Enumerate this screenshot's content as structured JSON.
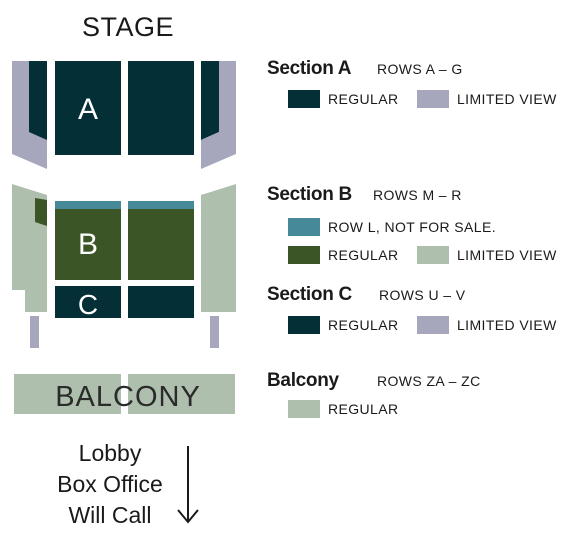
{
  "map": {
    "stage_label": "STAGE",
    "section_a_letter": "A",
    "section_b_letter": "B",
    "section_c_letter": "C",
    "balcony_label": "BALCONY",
    "lobby_lines": [
      "Lobby",
      "Box Office",
      "Will Call"
    ],
    "direction_icon": "arrow-down-icon"
  },
  "colors": {
    "dark_teal": "#042f36",
    "lavender_gray": "#a6a7bd",
    "olive_green": "#3b5527",
    "sage_gray": "#aebfae",
    "steel_blue": "#468a99"
  },
  "legend": {
    "section_a": {
      "title": "Section A",
      "rows": "ROWS  A – G",
      "items": [
        {
          "label": "REGULAR",
          "color": "#042f36"
        },
        {
          "label": "LIMITED VIEW",
          "color": "#a6a7bd"
        }
      ]
    },
    "section_b": {
      "title": "Section B",
      "rows": "ROWS  M – R",
      "note": {
        "label": "ROW L, NOT FOR SALE.",
        "color": "#468a99"
      },
      "items": [
        {
          "label": "REGULAR",
          "color": "#3b5527"
        },
        {
          "label": "LIMITED VIEW",
          "color": "#aebfae"
        }
      ]
    },
    "section_c": {
      "title": "Section C",
      "rows": "ROWS  U – V",
      "items": [
        {
          "label": "REGULAR",
          "color": "#042f36"
        },
        {
          "label": "LIMITED VIEW",
          "color": "#a6a7bd"
        }
      ]
    },
    "balcony": {
      "title": "Balcony",
      "rows": "ROWS  ZA – ZC",
      "items": [
        {
          "label": "REGULAR",
          "color": "#aebfae"
        }
      ]
    }
  }
}
